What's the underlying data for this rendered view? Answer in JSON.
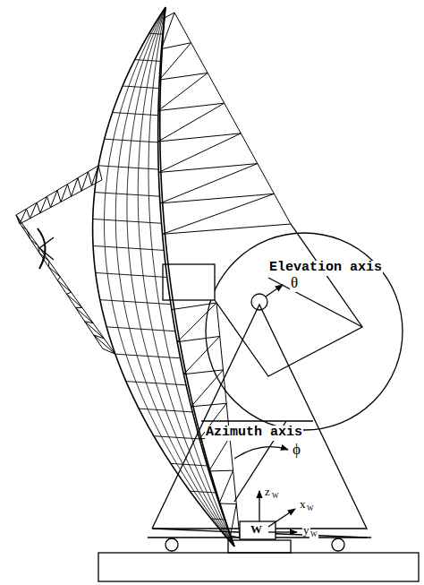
{
  "diagram": {
    "labels": [
      "Elevation axis",
      "θ",
      "Azimuth axis",
      "ϕ",
      "z",
      "W",
      "x",
      "W",
      "y",
      "W",
      "W"
    ]
  }
}
